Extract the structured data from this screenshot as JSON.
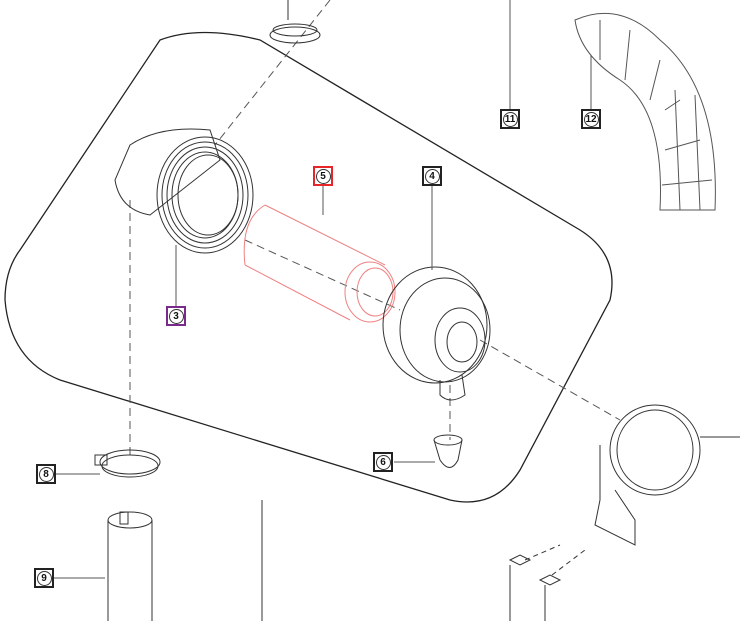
{
  "callouts": [
    {
      "id": "3",
      "label": "3",
      "color": "#7a2a8a"
    },
    {
      "id": "4",
      "label": "4",
      "color": "#222222"
    },
    {
      "id": "5",
      "label": "5",
      "color": "#e8262a"
    },
    {
      "id": "6",
      "label": "6",
      "color": "#222222"
    },
    {
      "id": "8",
      "label": "8",
      "color": "#222222"
    },
    {
      "id": "9",
      "label": "9",
      "color": "#222222"
    },
    {
      "id": "11",
      "label": "11",
      "color": "#222222"
    },
    {
      "id": "12",
      "label": "12",
      "color": "#222222"
    }
  ],
  "colors": {
    "line": "#333333",
    "highlight": "#f08080"
  }
}
